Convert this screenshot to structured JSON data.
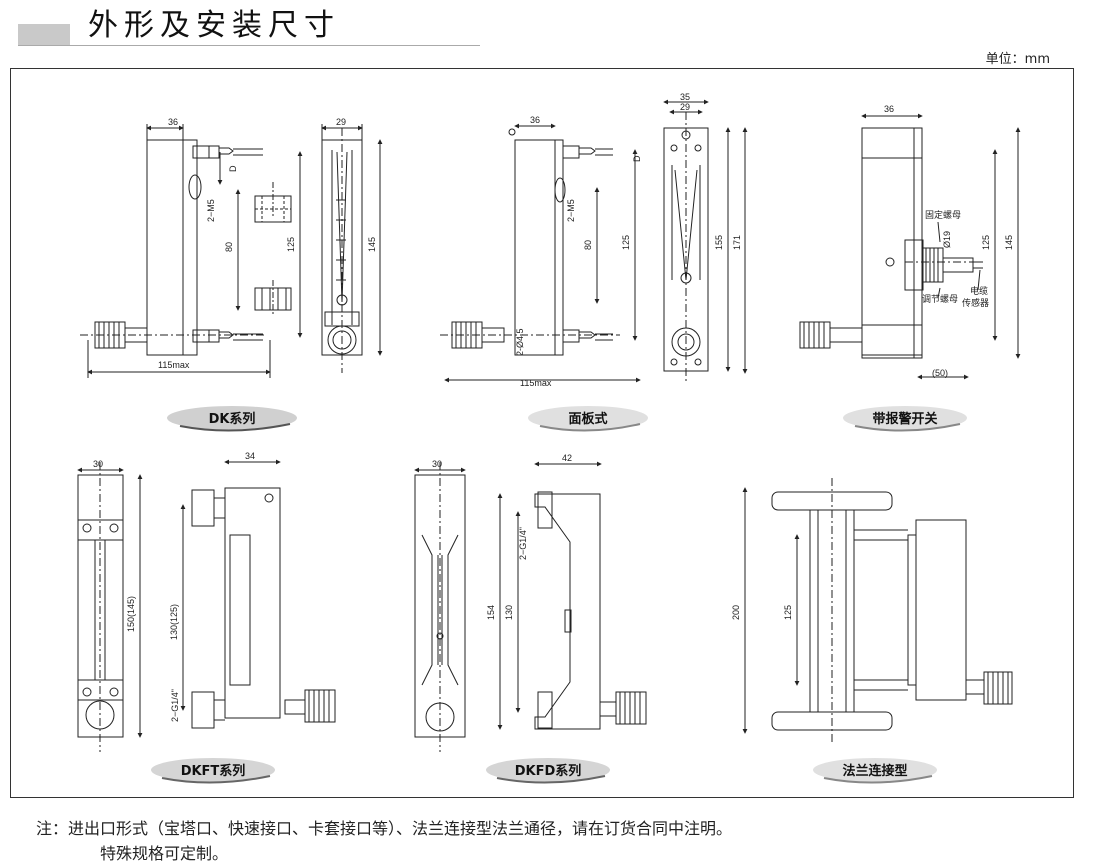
{
  "header": {
    "title": "外形及安装尺寸",
    "unit": "单位：mm"
  },
  "panels": [
    {
      "label": "DK系列",
      "dims": {
        "w36": "36",
        "w29": "29",
        "h80": "80",
        "h125": "125",
        "h145": "145",
        "d": "D",
        "m5": "2−M5",
        "w115": "115max"
      }
    },
    {
      "label": "面板式",
      "dims": {
        "w36": "36",
        "w35": "35",
        "w29": "29",
        "h80": "80",
        "h125": "125",
        "h155": "155",
        "h171": "171",
        "d": "D",
        "m5": "2−M5",
        "phi": "2-Ø4.5",
        "w115": "115max"
      }
    },
    {
      "label": "带报警开关",
      "dims": {
        "w36": "36",
        "h125": "125",
        "h145": "145",
        "phi19": "Ø19",
        "w50": "(50)"
      },
      "callouts": {
        "nut_fix": "固定螺母",
        "nut_adj": "调节螺母",
        "cable": "电缆",
        "sensor": "传感器"
      }
    },
    {
      "label": "DKFT系列",
      "dims": {
        "w30": "30",
        "w34": "34",
        "h150": "150(145)",
        "h130": "130(125)",
        "g14": "2−G1/4\""
      }
    },
    {
      "label": "DKFD系列",
      "dims": {
        "w30": "30",
        "w42": "42",
        "h154": "154",
        "h130": "130",
        "g14": "2−G1/4\""
      }
    },
    {
      "label": "法兰连接型",
      "dims": {
        "h200": "200",
        "h125": "125"
      }
    }
  ],
  "notes": {
    "line1": "注：进出口形式（宝塔口、快速接口、卡套接口等）、法兰连接型法兰通径，请在订货合同中注明。",
    "line2": "特殊规格可定制。"
  }
}
